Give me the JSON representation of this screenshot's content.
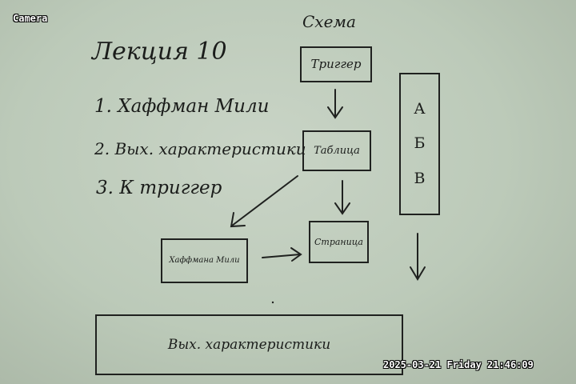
{
  "overlay": {
    "camera_label": "Camera",
    "timestamp": "2025-03-21 Friday 21:46:09"
  },
  "board": {
    "title": "Лекция 10",
    "list": [
      "1. Хаффман Мили",
      "2. Вых. характеристики",
      "3. К триггер"
    ],
    "schema_heading": "Схема",
    "boxes": {
      "trigger": "Триггер",
      "table": "Таблица",
      "page": "Страница",
      "huffman": "Хаффмана Мили",
      "output": "Вых. характеристики"
    },
    "column_letters": [
      "А",
      "Б",
      "В"
    ]
  },
  "colors": {
    "board": "#c3cfc0",
    "marker": "#1b1d1b",
    "overlay_text": "#ffffff"
  }
}
